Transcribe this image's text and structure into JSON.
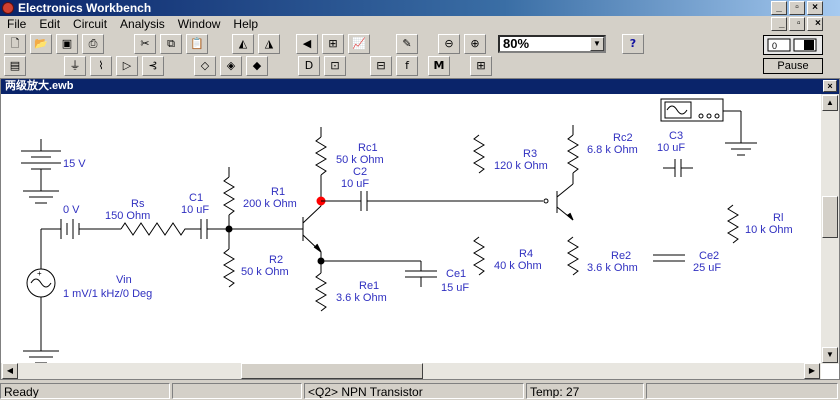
{
  "window": {
    "title": "Electronics Workbench"
  },
  "menu": [
    {
      "label": "File"
    },
    {
      "label": "Edit"
    },
    {
      "label": "Circuit"
    },
    {
      "label": "Analysis"
    },
    {
      "label": "Window"
    },
    {
      "label": "Help"
    }
  ],
  "toolbar": {
    "zoom": "80%",
    "pause_label": "Pause"
  },
  "document": {
    "title": "两级放大.ewb"
  },
  "circuit": {
    "labels": {
      "battery": "15 V",
      "vs_volt": "0 V",
      "rs": "Rs",
      "rs_val": "150  Ohm",
      "c1": "C1",
      "c1_val": "10 uF",
      "r1": "R1",
      "r1_val": "200 k Ohm",
      "rc1": "Rc1",
      "rc1_val": "50 k Ohm",
      "c2": "C2",
      "c2_val": "10 uF",
      "r2": "R2",
      "r2_val": "50 k Ohm",
      "re1": "Re1",
      "re1_val": "3.6 k Ohm",
      "ce1": "Ce1",
      "ce1_val": "15 uF",
      "vin": "Vin",
      "vin_val": "1 mV/1 kHz/0 Deg",
      "r3": "R3",
      "r3_val": "120 k Ohm",
      "r4": "R4",
      "r4_val": "40 k Ohm",
      "rc2": "Rc2",
      "rc2_val": "6.8 k Ohm",
      "c3": "C3",
      "c3_val": "10 uF",
      "re2": "Re2",
      "re2_val": "3.6 k Ohm",
      "ce2": "Ce2",
      "ce2_val": "25 uF",
      "rl": "Rl",
      "rl_val": "10 k Ohm"
    }
  },
  "status": {
    "ready": "Ready",
    "component": "<Q2> NPN Transistor",
    "temp": "Temp:  27"
  }
}
